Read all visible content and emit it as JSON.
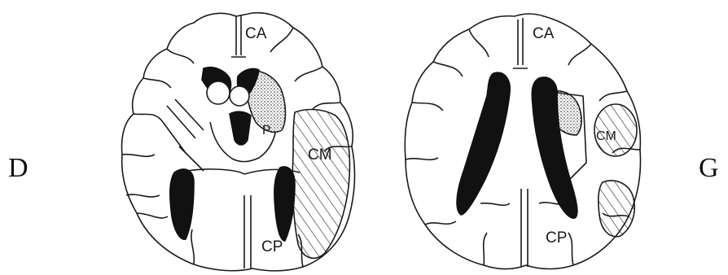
{
  "left_letter": "D",
  "right_letter": "G",
  "left_section": {
    "labels": {
      "ca": "CA",
      "p": "P",
      "cm": "CM",
      "cp": "CP"
    }
  },
  "right_section": {
    "labels": {
      "ca": "CA",
      "cm": "CM",
      "cp": "CP"
    }
  },
  "colors": {
    "ink": "#1a1a1a",
    "ventricle_fill": "#111111",
    "background": "#ffffff"
  }
}
